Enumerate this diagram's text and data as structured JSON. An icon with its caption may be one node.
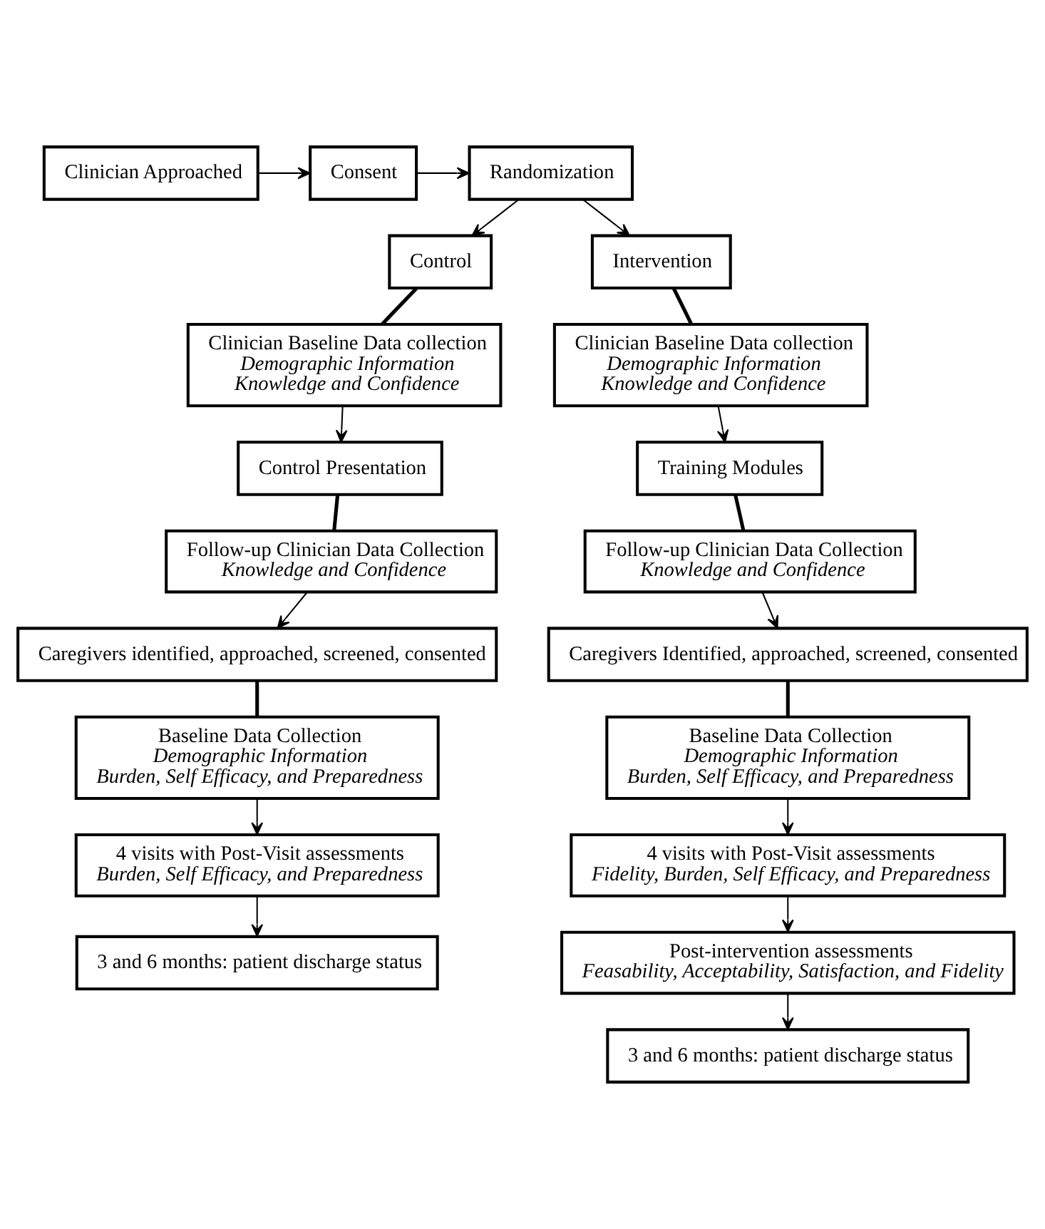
{
  "diagram": {
    "nodes": [
      {
        "text": [
          "Clinician Approached"
        ]
      },
      {
        "text": [
          "Consent"
        ]
      },
      {
        "text": [
          "Randomization"
        ]
      },
      {
        "text": [
          "Control"
        ]
      },
      {
        "text": [
          "Intervention"
        ]
      },
      {
        "text": [
          "Clinician Baseline Data collection",
          "Demographic Information",
          "Knowledge and Confidence"
        ]
      },
      {
        "text": [
          "Clinician Baseline Data collection",
          "Demographic Information",
          "Knowledge and Confidence"
        ]
      },
      {
        "text": [
          "Control Presentation"
        ]
      },
      {
        "text": [
          "Training Modules"
        ]
      },
      {
        "text": [
          "Follow-up Clinician Data Collection",
          "Knowledge and Confidence"
        ]
      },
      {
        "text": [
          "Follow-up Clinician Data Collection",
          "Knowledge and Confidence"
        ]
      },
      {
        "text": [
          "Caregivers identified, approached, screened, consented"
        ]
      },
      {
        "text": [
          "Caregivers Identified, approached, screened, consented"
        ]
      },
      {
        "text": [
          "Baseline Data Collection",
          "Demographic Information",
          "Burden, Self Efficacy, and Preparedness"
        ]
      },
      {
        "text": [
          "Baseline Data Collection",
          "Demographic Information",
          "Burden, Self Efficacy, and Preparedness"
        ]
      },
      {
        "text": [
          "4 visits with Post-Visit assessments",
          "Burden, Self Efficacy, and Preparedness"
        ]
      },
      {
        "text": [
          "4 visits with Post-Visit assessments",
          "Fidelity, Burden, Self Efficacy, and Preparedness"
        ]
      },
      {
        "text": [
          "3 and 6 months: patient discharge status"
        ]
      },
      {
        "text": [
          "Post-intervention assessments",
          "Feasability, Acceptability, Satisfaction, and Fidelity"
        ]
      },
      {
        "text": [
          "3 and 6 months: patient discharge status"
        ]
      }
    ],
    "edges": [
      {
        "from": 0,
        "to": 1,
        "arrow": "to"
      },
      {
        "from": 1,
        "to": 2,
        "arrow": "to"
      },
      {
        "from": 2,
        "to": 3,
        "arrow": "to"
      },
      {
        "from": 2,
        "to": 4,
        "arrow": "to"
      },
      {
        "from": 3,
        "to": 5,
        "arrow": "none",
        "style": "thick"
      },
      {
        "from": 4,
        "to": 6,
        "arrow": "none",
        "style": "thick"
      },
      {
        "from": 5,
        "to": 7,
        "arrow": "to"
      },
      {
        "from": 6,
        "to": 8,
        "arrow": "to"
      },
      {
        "from": 7,
        "to": 9,
        "arrow": "none",
        "style": "thick"
      },
      {
        "from": 8,
        "to": 10,
        "arrow": "none",
        "style": "thick"
      },
      {
        "from": 9,
        "to": 11,
        "arrow": "to"
      },
      {
        "from": 10,
        "to": 12,
        "arrow": "to"
      },
      {
        "from": 11,
        "to": 13,
        "arrow": "none",
        "style": "thick"
      },
      {
        "from": 12,
        "to": 14,
        "arrow": "none",
        "style": "thick"
      },
      {
        "from": 13,
        "to": 15,
        "arrow": "to"
      },
      {
        "from": 14,
        "to": 16,
        "arrow": "to"
      },
      {
        "from": 15,
        "to": 17,
        "arrow": "to"
      },
      {
        "from": 16,
        "to": 18,
        "arrow": "to"
      },
      {
        "from": 18,
        "to": 19,
        "arrow": "to"
      }
    ]
  }
}
